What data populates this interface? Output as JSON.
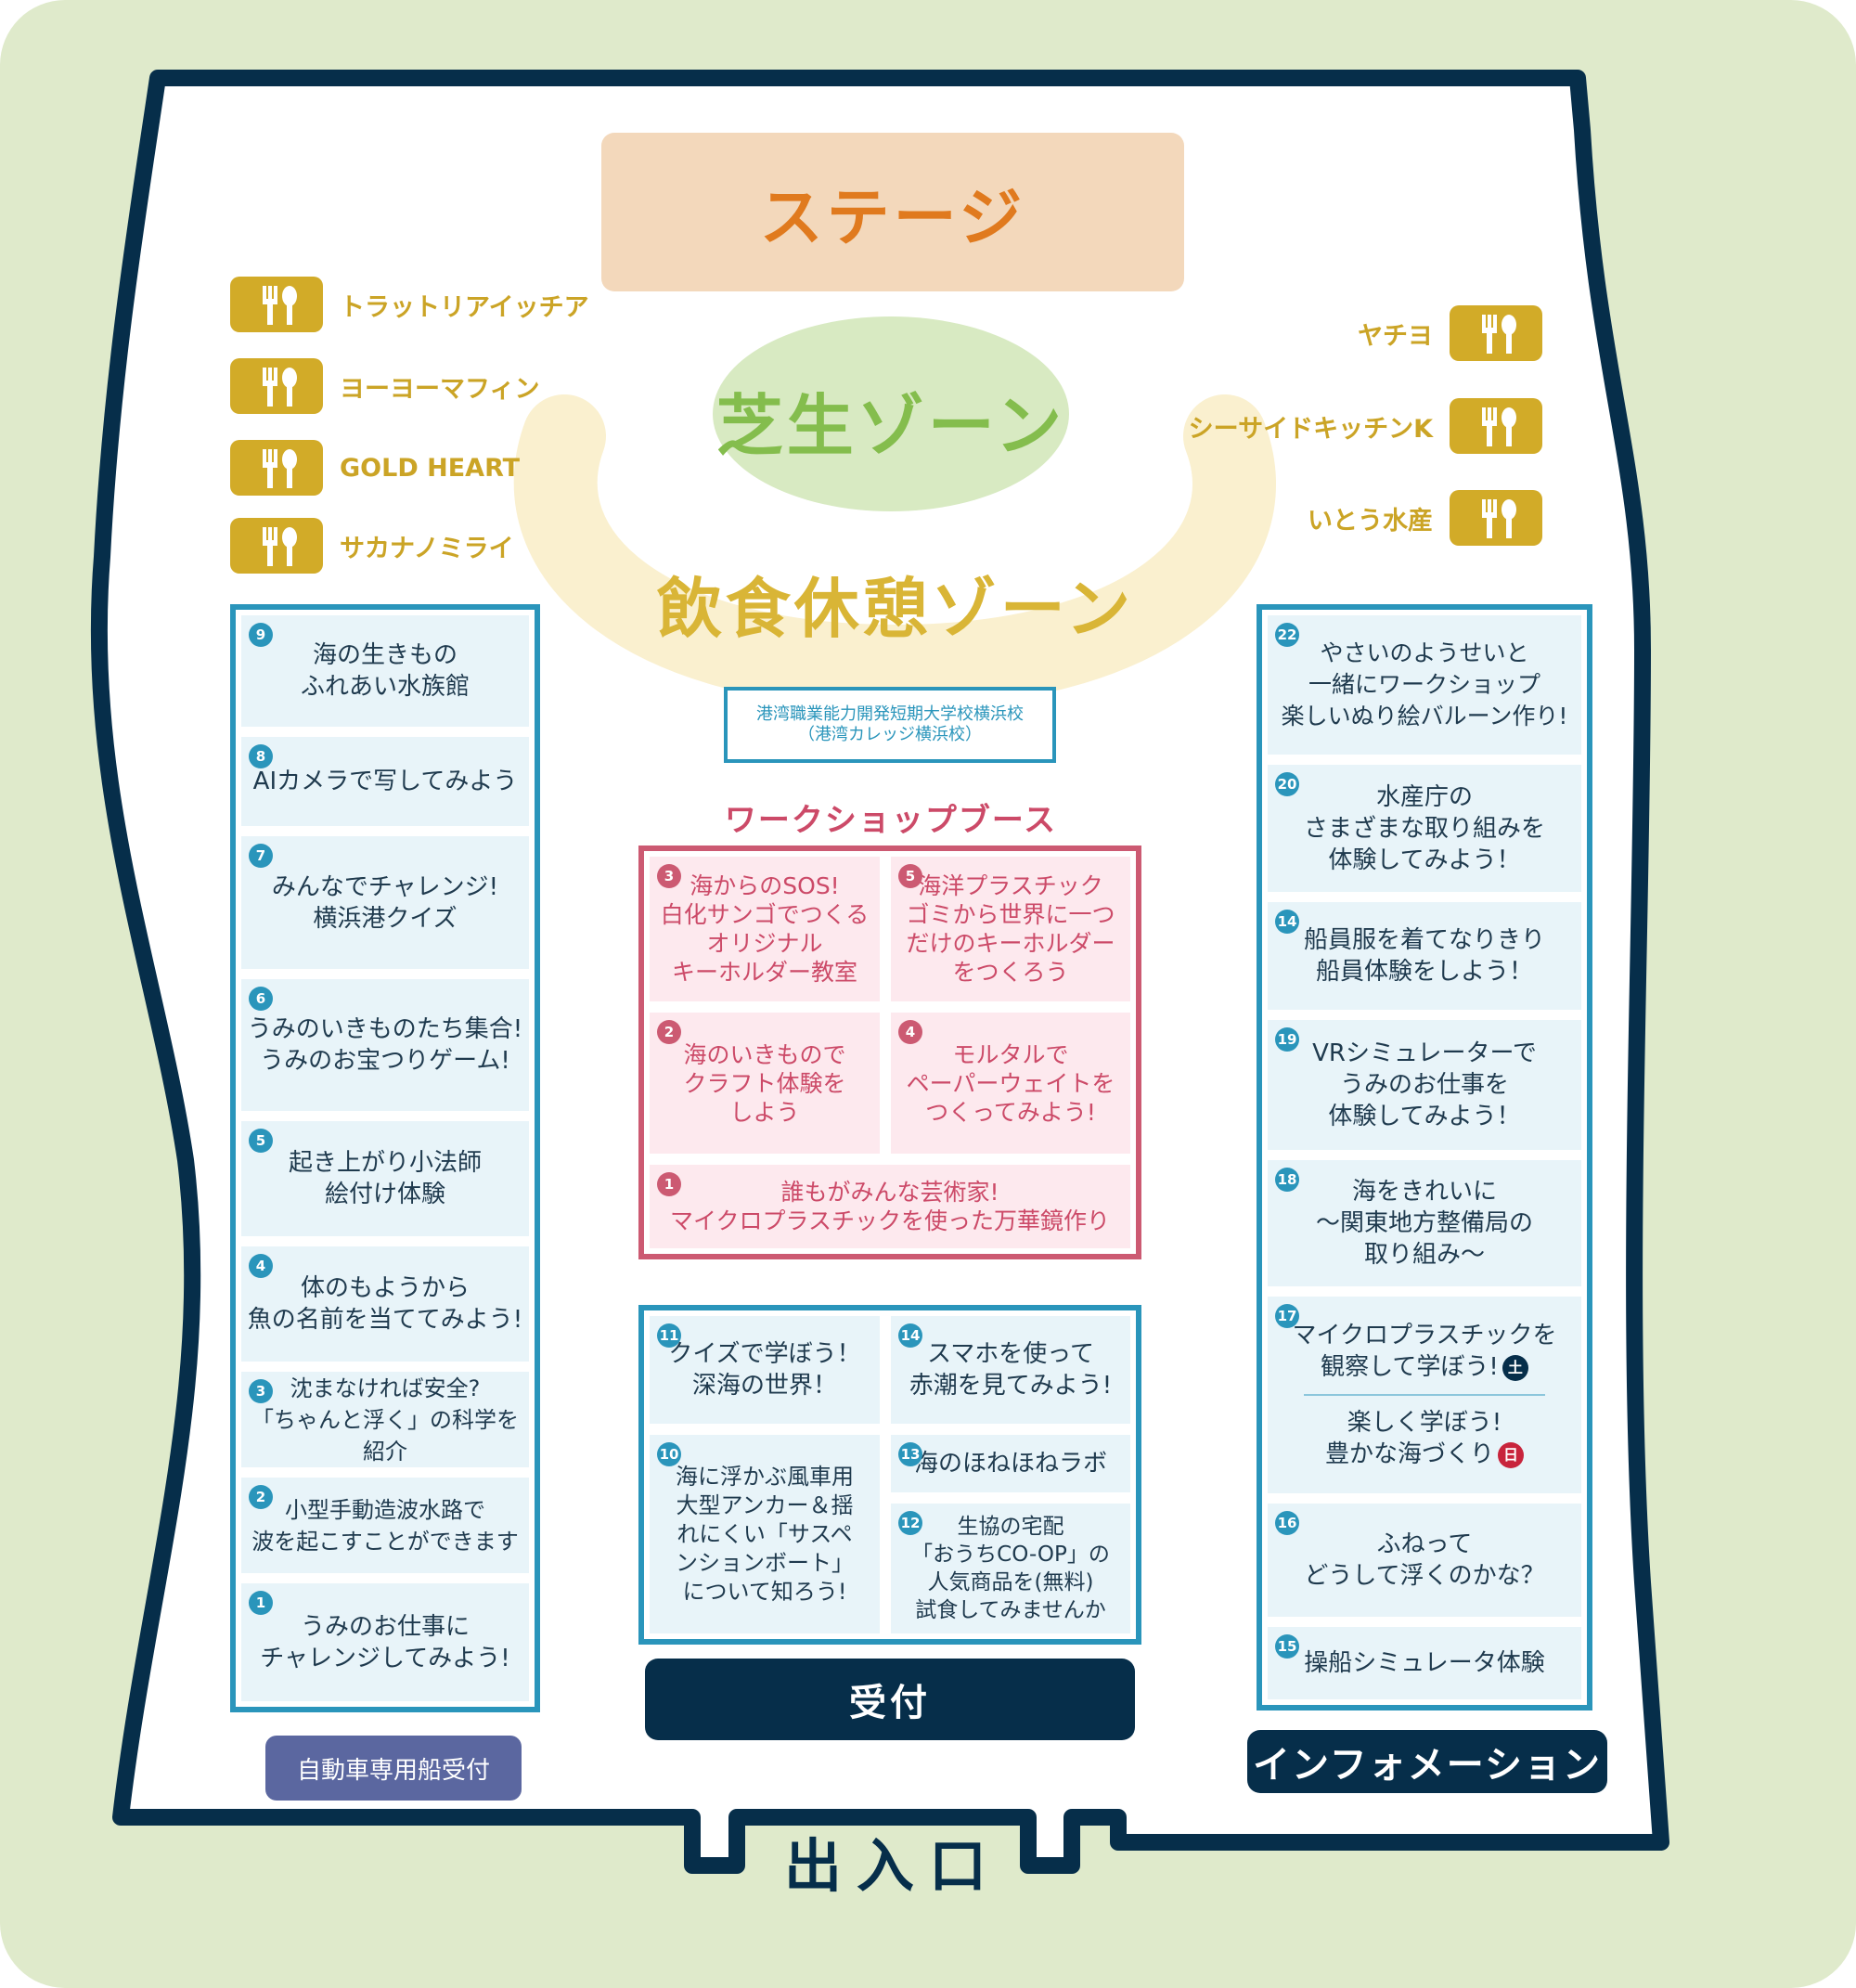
{
  "stage": {
    "label": "ステージ"
  },
  "lawn_zone": {
    "label": "芝生ゾーン"
  },
  "rest_zone": {
    "label": "飲食休憩ゾーン"
  },
  "restaurants_left": [
    {
      "name": "トラットリアイッチア",
      "icon": "fork-spoon-icon"
    },
    {
      "name": "ヨーヨーマフィン",
      "icon": "fork-spoon-icon"
    },
    {
      "name": "GOLD HEART",
      "icon": "fork-spoon-icon"
    },
    {
      "name": "サカナノミライ",
      "icon": "fork-spoon-icon"
    }
  ],
  "restaurants_right": [
    {
      "name": "ヤチヨ",
      "icon": "fork-spoon-icon"
    },
    {
      "name": "シーサイドキッチンK",
      "icon": "fork-spoon-icon"
    },
    {
      "name": "いとう水産",
      "icon": "fork-spoon-icon"
    }
  ],
  "left_booths": [
    {
      "num": "9",
      "text": "海の生きもの\nふれあい水族館"
    },
    {
      "num": "8",
      "text": "AIカメラで写してみよう"
    },
    {
      "num": "7",
      "text": "みんなでチャレンジ!\n横浜港クイズ"
    },
    {
      "num": "6",
      "text": "うみのいきものたち集合!\nうみのお宝つりゲーム!"
    },
    {
      "num": "5",
      "text": "起き上がり小法師\n絵付け体験"
    },
    {
      "num": "4",
      "text": "体のもようから\n魚の名前を当ててみよう!"
    },
    {
      "num": "3",
      "text": "沈まなければ安全?\n「ちゃんと浮く」の科学を紹介"
    },
    {
      "num": "2",
      "text": "小型手動造波水路で\n波を起こすことができます"
    },
    {
      "num": "1",
      "text": "うみのお仕事に\nチャレンジしてみよう!"
    }
  ],
  "college": {
    "text": "港湾職業能力開発短期大学校横浜校\n（港湾カレッジ横浜校）"
  },
  "workshop": {
    "title": "ワークショップブース",
    "cells": [
      {
        "num": "3",
        "text": "海からのSOS!\n白化サンゴでつくる\nオリジナル\nキーホルダー教室"
      },
      {
        "num": "5",
        "text": "海洋プラスチック\nゴミから世界に一つ\nだけのキーホルダー\nをつくろう"
      },
      {
        "num": "2",
        "text": "海のいきもので\nクラフト体験を\nしよう"
      },
      {
        "num": "4",
        "text": "モルタルで\nペーパーウェイトを\nつくってみよう!"
      },
      {
        "num": "1",
        "text": "誰もがみんな芸術家!\nマイクロプラスチックを使った万華鏡作り"
      }
    ]
  },
  "center_booths": [
    {
      "num": "11",
      "text": "クイズで学ぼう！\n深海の世界！"
    },
    {
      "num": "14",
      "text": "スマホを使って\n赤潮を見てみよう!"
    },
    {
      "num": "10",
      "text": "海に浮かぶ風車用\n大型アンカー＆揺\nれにくい「サスペ\nンションボート」\nについて知ろう!"
    },
    {
      "num": "13",
      "text": "海のほねほねラボ"
    },
    {
      "num": "12",
      "text": "生協の宅配\n「おうちCO-OP」の\n人気商品を(無料)\n試食してみませんか"
    }
  ],
  "right_booths": [
    {
      "num": "22",
      "text": "やさいのようせいと\n一緒にワークショップ\n楽しいぬり絵バルーン作り!"
    },
    {
      "num": "20",
      "text": "水産庁の\nさまざまな取り組みを\n体験してみよう！"
    },
    {
      "num": "14",
      "text": "船員服を着てなりきり\n船員体験をしよう！"
    },
    {
      "num": "19",
      "text": "VRシミュレーターで\nうみのお仕事を\n体験してみよう！"
    },
    {
      "num": "18",
      "text": "海をきれいに\n〜関東地方整備局の\n取り組み〜"
    },
    {
      "num": "17",
      "text_sat": "マイクロプラスチックを\n観察して学ぼう!",
      "sat_badge": "土",
      "text_sun": "楽しく学ぼう!\n豊かな海づくり",
      "sun_badge": "日"
    },
    {
      "num": "16",
      "text": "ふねって\nどうして浮くのかな？"
    },
    {
      "num": "15",
      "text": "操船シミュレータ体験"
    }
  ],
  "reception": {
    "label": "受付"
  },
  "information": {
    "label": "インフォメーション"
  },
  "car_ferry": {
    "label": "自動車専用船受付"
  },
  "entrance": {
    "label": "出入口"
  },
  "colors": {
    "background": "#dfeacb",
    "outline": "#062e4a",
    "booth_border": "#2a95bb",
    "workshop_border": "#cc5a72",
    "restaurant": "#d2ab28"
  }
}
